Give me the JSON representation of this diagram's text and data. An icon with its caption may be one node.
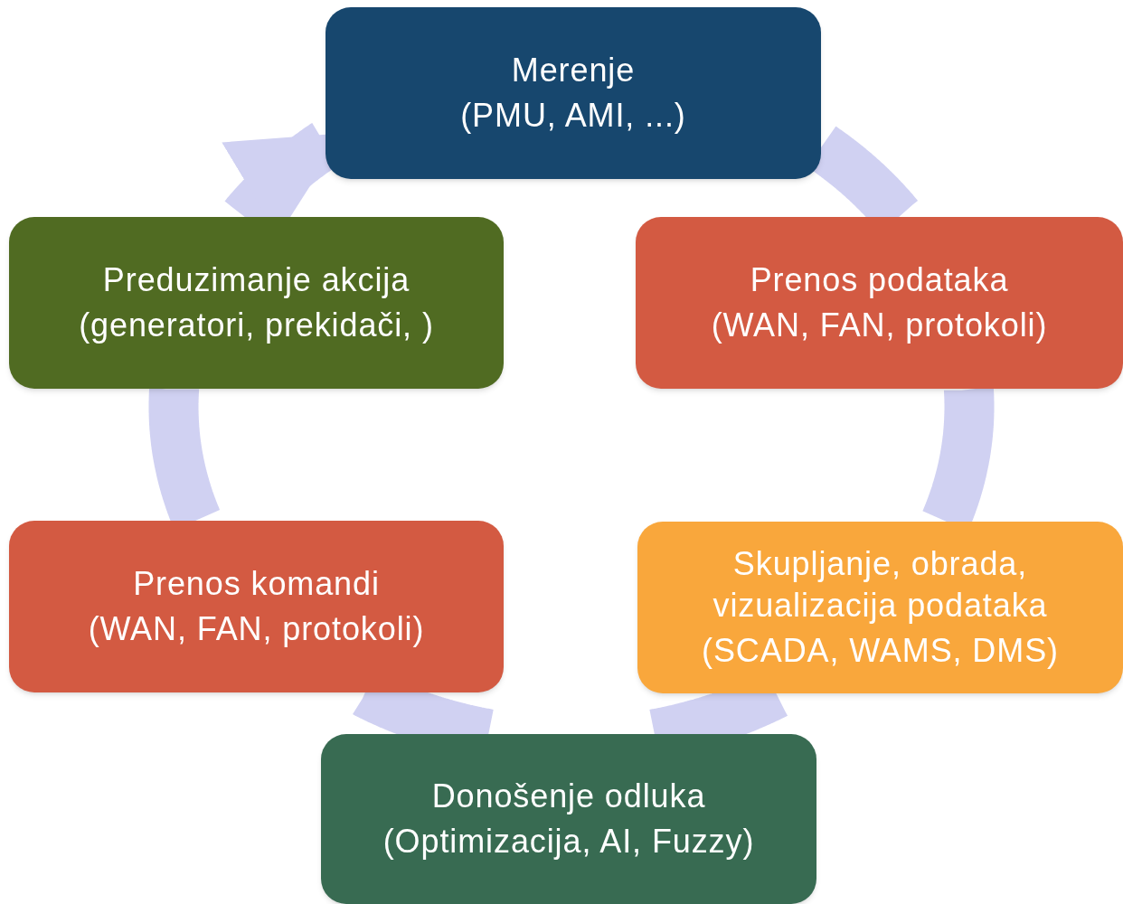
{
  "diagram": {
    "nodes": [
      {
        "text": [
          "Merenje",
          "(PMU, AMI, ...)"
        ]
      },
      {
        "text": [
          "Prenos podataka",
          "(WAN, FAN, protokoli)"
        ]
      },
      {
        "text": [
          "Skupljanje, obrada, vizualizacija podataka",
          "(SCADA, WAMS, DMS)"
        ]
      },
      {
        "text": [
          "Donošenje odluka",
          "(Optimizacija, AI, Fuzzy)"
        ]
      },
      {
        "text": [
          "Prenos komandi",
          "(WAN, FAN, protokoli)"
        ]
      },
      {
        "text": [
          "Preduzimanje akcija",
          "(generatori, prekidači, )"
        ]
      }
    ],
    "edges": [
      {
        "from": 0,
        "to": 1,
        "arrow": "none"
      },
      {
        "from": 1,
        "to": 2,
        "arrow": "none"
      },
      {
        "from": 2,
        "to": 3,
        "arrow": "none"
      },
      {
        "from": 3,
        "to": 4,
        "arrow": "none"
      },
      {
        "from": 4,
        "to": 5,
        "arrow": "none"
      },
      {
        "from": 5,
        "to": 0,
        "arrow": "to"
      }
    ]
  }
}
